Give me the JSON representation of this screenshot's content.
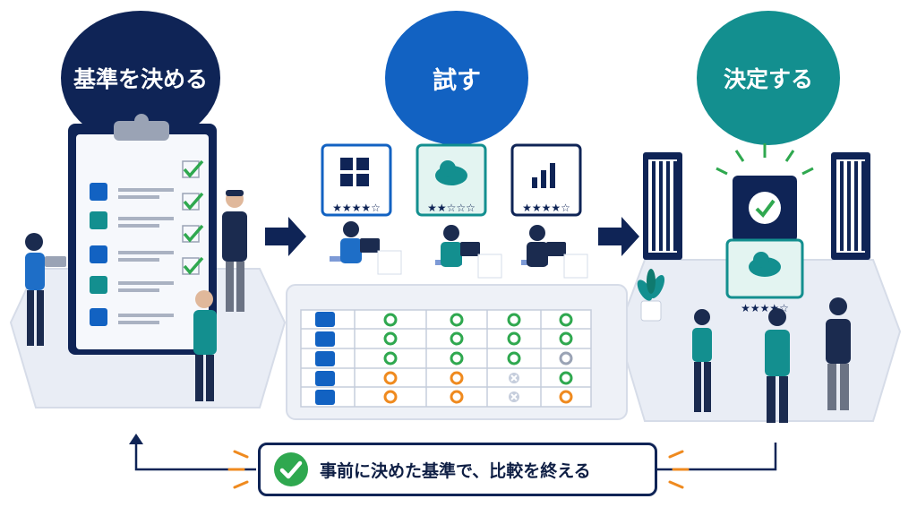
{
  "stages": [
    {
      "label": "基準を決める",
      "color": "#0f2456"
    },
    {
      "label": "試す",
      "color": "#1262c2"
    },
    {
      "label": "決定する",
      "color": "#138f8f"
    }
  ],
  "footer": {
    "text": "事前に決めた基準で、比較を終える"
  },
  "table": {
    "rows": [
      {
        "icon": "shield-icon",
        "marks": [
          "green",
          "green",
          "green",
          "green"
        ]
      },
      {
        "icon": "gauge-icon",
        "marks": [
          "green",
          "green",
          "green",
          "green"
        ]
      },
      {
        "icon": "lock-icon",
        "marks": [
          "green",
          "green",
          "green",
          "gray"
        ]
      },
      {
        "icon": "users-icon",
        "marks": [
          "orange",
          "orange",
          "cross",
          "green"
        ]
      },
      {
        "icon": "gear-icon",
        "marks": [
          "orange",
          "orange",
          "cross",
          "orange"
        ]
      }
    ]
  },
  "colors": {
    "navy": "#0f2456",
    "blue": "#1262c2",
    "teal": "#138f8f",
    "green": "#2fa84f",
    "orange": "#ef8a1f",
    "platform": "#eef1f7"
  }
}
